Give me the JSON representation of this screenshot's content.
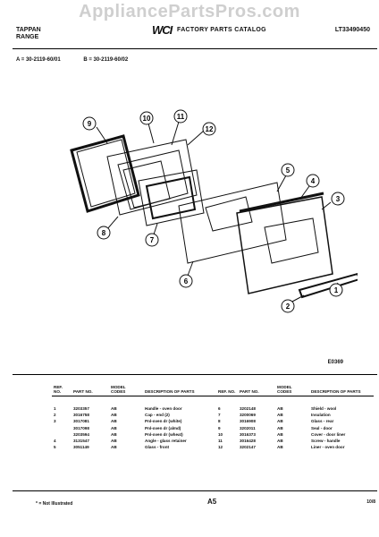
{
  "watermark": "AppliancePartsPros.com",
  "header": {
    "brand_line1": "TAPPAN",
    "brand_line2": "RANGE",
    "logo": "WCI",
    "catalog_title": "FACTORY PARTS CATALOG",
    "model_number": "LT33490450"
  },
  "serials": {
    "a": "A = 30-2119-60/01",
    "b": "B = 30-2119-60/02"
  },
  "callouts": [
    "9",
    "10",
    "11",
    "12",
    "5",
    "4",
    "3",
    "1",
    "2",
    "6",
    "7",
    "8"
  ],
  "diagram_code": "E0369",
  "table": {
    "headers": {
      "ref_no": "REF. NO.",
      "part_no": "PART NO.",
      "model_codes": "MODEL CODES",
      "description": "DESCRIPTION OF PARTS"
    },
    "rows": [
      {
        "l_ref": "1",
        "l_part": "3203357",
        "l_code": "AB",
        "l_desc": "Handle - oven door",
        "r_ref": "6",
        "r_part": "3202148",
        "r_code": "AB",
        "r_desc": "Shield - wool"
      },
      {
        "l_ref": "2",
        "l_part": "3016758",
        "l_code": "AB",
        "l_desc": "Cap - end (2)",
        "r_ref": "7",
        "r_part": "3200069",
        "r_code": "AB",
        "r_desc": "Insulation"
      },
      {
        "l_ref": "3",
        "l_part": "3017081",
        "l_code": "AB",
        "l_desc": "Pnl-oven dr (white)",
        "r_ref": "8",
        "r_part": "3016908",
        "r_code": "AB",
        "r_desc": "Glass - rear"
      },
      {
        "l_ref": "",
        "l_part": "3017098",
        "l_code": "AB",
        "l_desc": "Pnl-oven dr (almd)",
        "r_ref": "9",
        "r_part": "3202011",
        "r_code": "AB",
        "r_desc": "Seal - door"
      },
      {
        "l_ref": "",
        "l_part": "3203594",
        "l_code": "AB",
        "l_desc": "Pnl-oven dr (wheat)",
        "r_ref": "10",
        "r_part": "3016373",
        "r_code": "AB",
        "r_desc": "Cover - door liner"
      },
      {
        "l_ref": "4",
        "l_part": "3131547",
        "l_code": "AB",
        "l_desc": "Angle - glass retainer",
        "r_ref": "11",
        "r_part": "3016428",
        "r_code": "AB",
        "r_desc": "Screw - handle"
      },
      {
        "l_ref": "5",
        "l_part": "3051149",
        "l_code": "AB",
        "l_desc": "Glass - front",
        "r_ref": "12",
        "r_part": "3202147",
        "r_code": "AB",
        "r_desc": "Liner - oven door"
      }
    ]
  },
  "footer": {
    "note": "* = Not Illustrated",
    "page": "A5",
    "page_right": "10/8"
  }
}
